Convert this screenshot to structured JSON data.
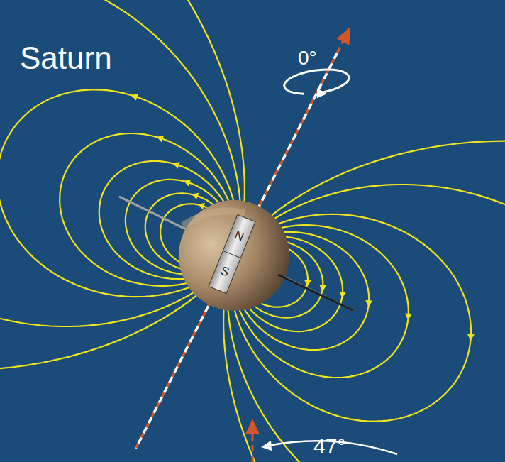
{
  "diagram": {
    "nodes": [
      {
        "text": [
          "N",
          "S"
        ]
      }
    ],
    "labels": [
      "Saturn",
      "0°",
      "47°"
    ]
  }
}
